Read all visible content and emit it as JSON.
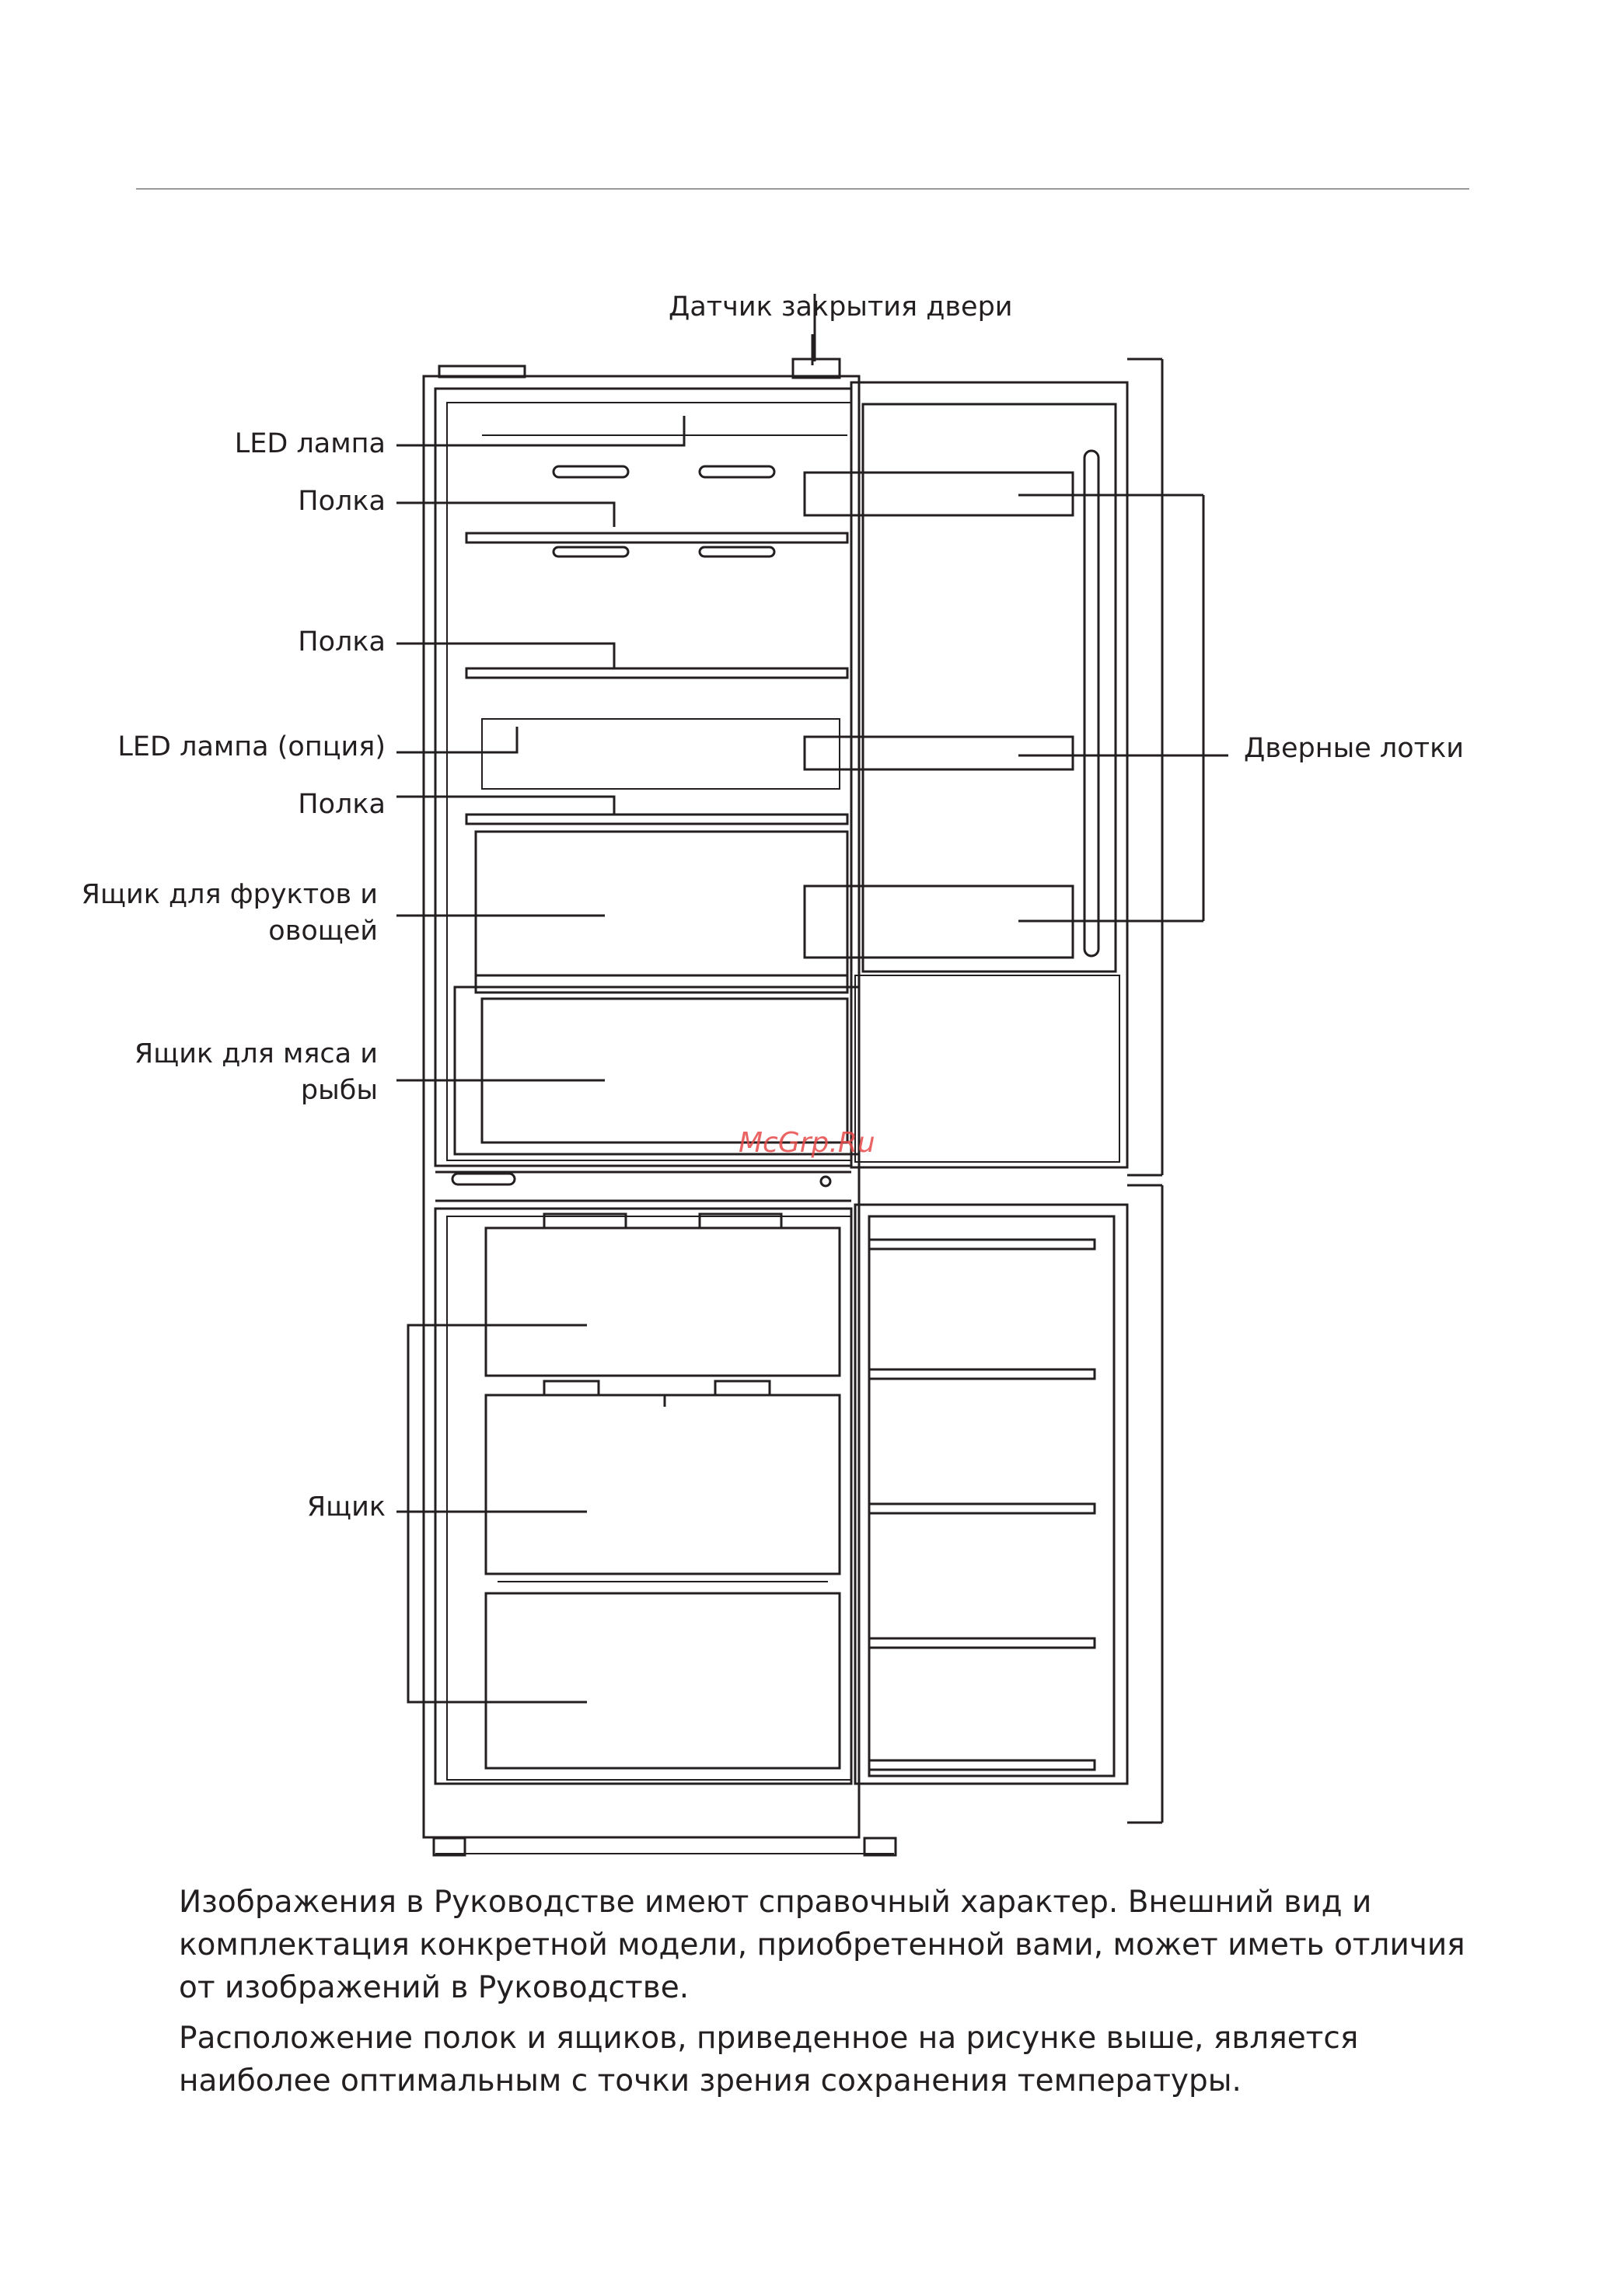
{
  "labels": {
    "door_sensor": "Датчик закрытия двери",
    "led_lamp": "LED лампа",
    "shelf_1": "Полка",
    "shelf_2": "Полка",
    "led_lamp_option": "LED лампа (опция)",
    "shelf_3": "Полка",
    "crisper_line1": "Ящик для фруктов и",
    "crisper_line2": "овощей",
    "meat_line1": "Ящик для мяса и",
    "meat_line2": "рыбы",
    "drawer": "Ящик",
    "door_trays": "Дверные лотки"
  },
  "watermark": "McGrp.Ru",
  "captions": {
    "paragraph_1": "Изображения в Руководстве имеют справочный характер. Внешний вид и комплектация конкретной модели, приобретенной вами, может иметь отличия от изображений в Руководстве.",
    "paragraph_2": "Расположение полок и ящиков, приведенное на рисунке выше, является наиболее оптимальным с точки зрения сохранения температуры."
  },
  "colors": {
    "line": "#231f20",
    "rule": "#9a9a9a",
    "watermark": "#e84a4a"
  }
}
